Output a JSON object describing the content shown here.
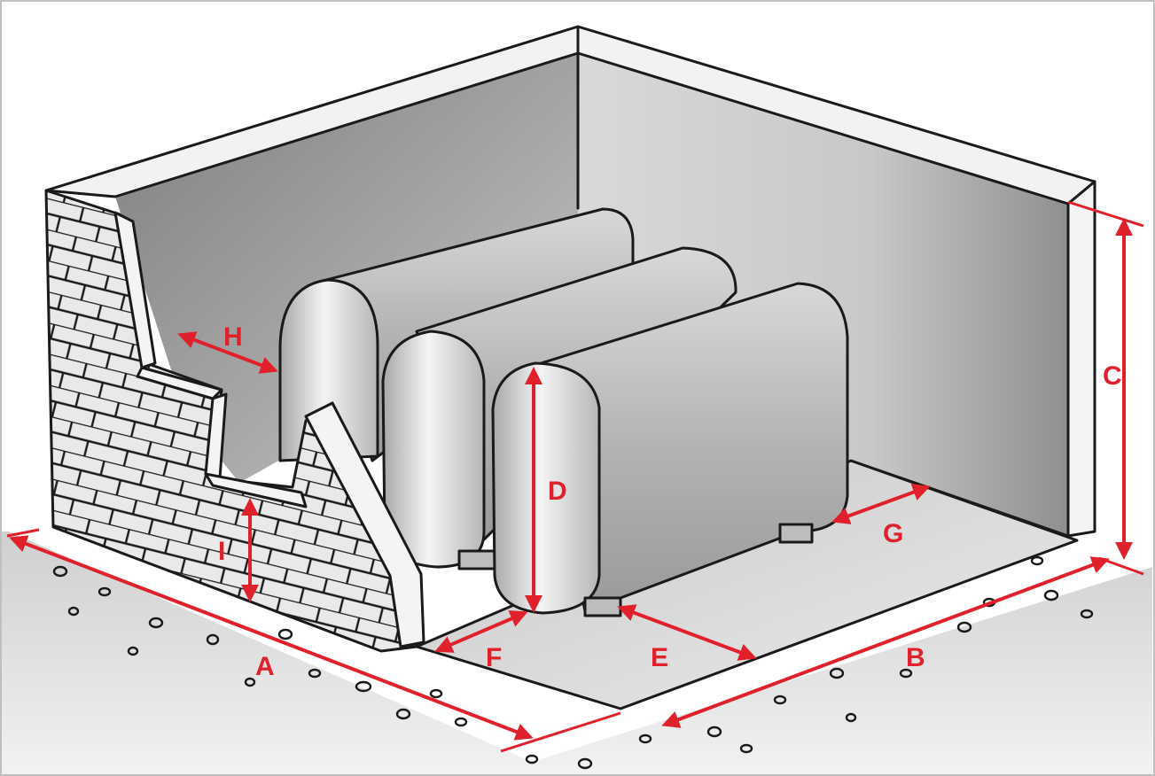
{
  "figure": {
    "subject": "tank-room-isometric",
    "accent_color": "#e0202a",
    "ink_color": "#1a1a1a"
  },
  "labels": {
    "A": "A",
    "B": "B",
    "C": "C",
    "D": "D",
    "E": "E",
    "F": "F",
    "G": "G",
    "H": "H",
    "I": "I"
  }
}
